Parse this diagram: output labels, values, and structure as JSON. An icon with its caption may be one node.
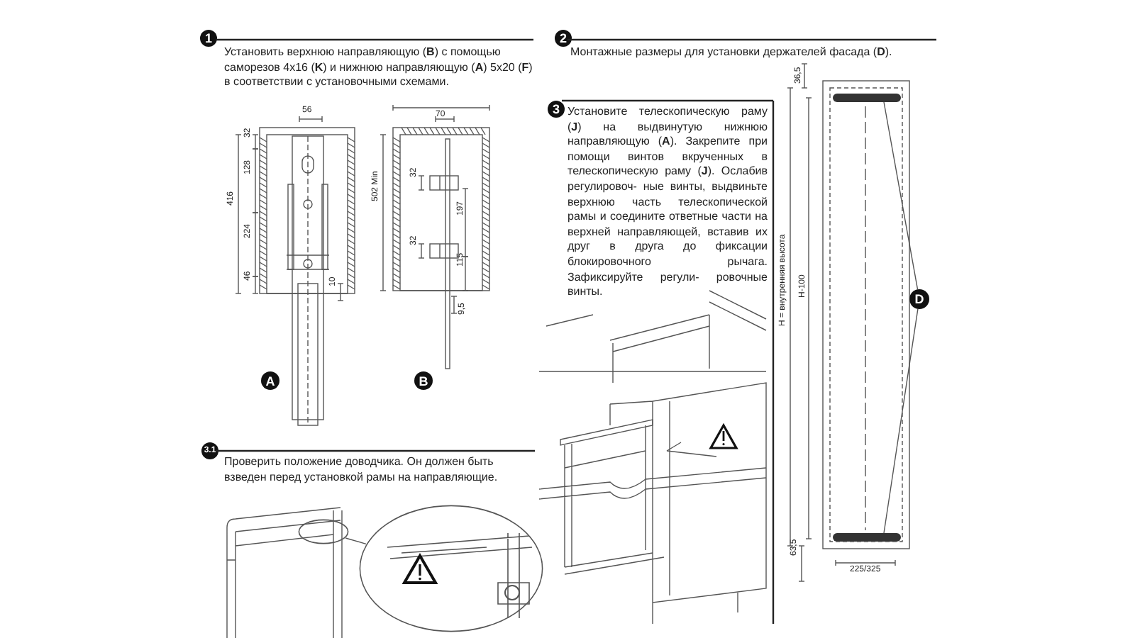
{
  "diagram": {
    "nodes": [
      {
        "text": [
          "1"
        ]
      },
      {
        "text": [
          "2"
        ]
      },
      {
        "text": [
          "3"
        ]
      },
      {
        "text": [
          "3.1"
        ]
      },
      {
        "text": [
          "A"
        ]
      },
      {
        "text": [
          "B"
        ]
      },
      {
        "text": [
          "D"
        ]
      },
      {
        "text": [],
        "shape": "bar"
      },
      {
        "text": [],
        "shape": "bar"
      },
      {
        "text": [],
        "shape": "circle"
      },
      {
        "text": [],
        "shape": "circle"
      }
    ],
    "edges": [
      {
        "from": 6,
        "to": 7,
        "arrow": "none"
      },
      {
        "from": 6,
        "to": 8,
        "arrow": "none"
      },
      {
        "from": 9,
        "to": 10,
        "arrow": "none"
      }
    ],
    "labels": [
      "Установить верхнюю направляющую (**B**) с помощью саморезов 4x16 (**K**) и нижнюю направляющую (**A**) 5x20 (**F**) в соответствии с установочными схемами.",
      "56",
      "32",
      "128",
      "416",
      "224",
      "46",
      "10",
      "70",
      "502 Min",
      "32",
      "32",
      "197",
      "115",
      "9,5",
      "Монтажные размеры для установки держателей фасада (**D**).",
      "Установите телескопическую раму (**J**) на выдвинутую нижнюю направляющую (**A**). Закрепите при помощи винтов вкрученных в телескопическую раму (**J**). Ослабив регулировоч- ные винты, выдвиньте верхнюю часть телескопической рамы и соедините ответные части на верхней направляющей, вставив их друг в друга до фиксации блокировочного рычага. Зафиксируйте регули- ровочные винты.",
      "36,5",
      "H = внутренняя высота",
      "H-100",
      "63,5",
      "225/325",
      "Проверить положение доводчика. Он должен быть взведен перед установкой рамы на направляющие."
    ]
  }
}
